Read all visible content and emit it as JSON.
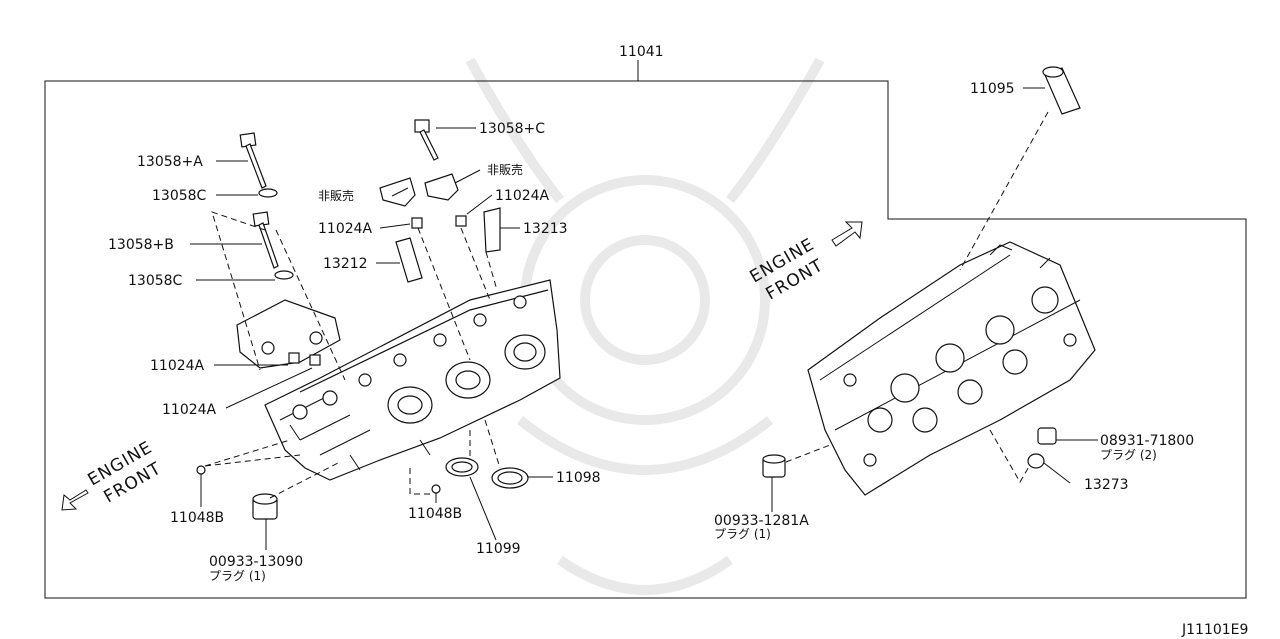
{
  "diagram_code": "J11101E9",
  "assembly_number": "11041",
  "engine_front_left": [
    "ENGINE",
    "FRONT"
  ],
  "engine_front_right": [
    "ENGINE",
    "FRONT"
  ],
  "labels": {
    "p11095": "11095",
    "p13058C_plus": "13058+C",
    "hihanbai_right": "非販売",
    "hihanbai_left": "非販売",
    "p11024A_top_right": "11024A",
    "p13058A": "13058+A",
    "p13058C_1": "13058C",
    "p11024A_top_left": "11024A",
    "p13213": "13213",
    "p13058B": "13058+B",
    "p13212": "13212",
    "p13058C_2": "13058C",
    "p11024A_mid": "11024A",
    "p11024A_low": "11024A",
    "p08931": "08931-71800",
    "p08931_sub": "プラグ (2)",
    "p11098": "11098",
    "p13273": "13273",
    "p11048B_left": "11048B",
    "p11048B_mid": "11048B",
    "p00933_1281": "00933-1281A",
    "p00933_1281_sub": "プラグ (1)",
    "p11099": "11099",
    "p00933_13090": "00933-13090",
    "p00933_13090_sub": "プラグ (1)"
  }
}
